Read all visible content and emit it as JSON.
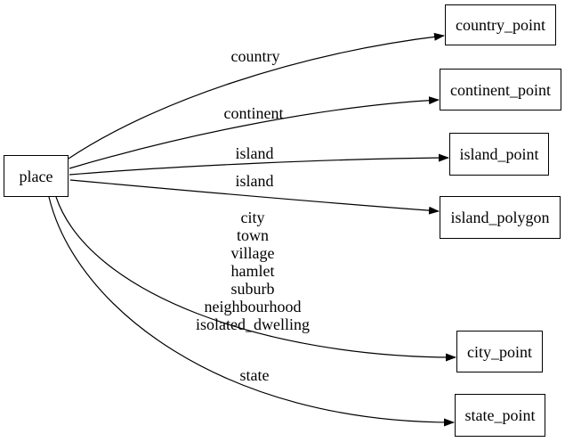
{
  "diagram": {
    "type": "directed-graph",
    "background_color": "#ffffff",
    "line_color": "#000000",
    "text_color": "#000000",
    "nodes": {
      "place": {
        "label": "place"
      },
      "country_point": {
        "label": "country_point"
      },
      "continent_point": {
        "label": "continent_point"
      },
      "island_point": {
        "label": "island_point"
      },
      "island_polygon": {
        "label": "island_polygon"
      },
      "city_point": {
        "label": "city_point"
      },
      "state_point": {
        "label": "state_point"
      }
    },
    "edges": [
      {
        "from": "place",
        "to": "country_point",
        "labels": [
          "country"
        ]
      },
      {
        "from": "place",
        "to": "continent_point",
        "labels": [
          "continent"
        ]
      },
      {
        "from": "place",
        "to": "island_point",
        "labels": [
          "island"
        ]
      },
      {
        "from": "place",
        "to": "island_polygon",
        "labels": [
          "island"
        ]
      },
      {
        "from": "place",
        "to": "city_point",
        "labels": [
          "city",
          "town",
          "village",
          "hamlet",
          "suburb",
          "neighbourhood",
          "isolated_dwelling"
        ]
      },
      {
        "from": "place",
        "to": "state_point",
        "labels": [
          "state"
        ]
      }
    ]
  }
}
